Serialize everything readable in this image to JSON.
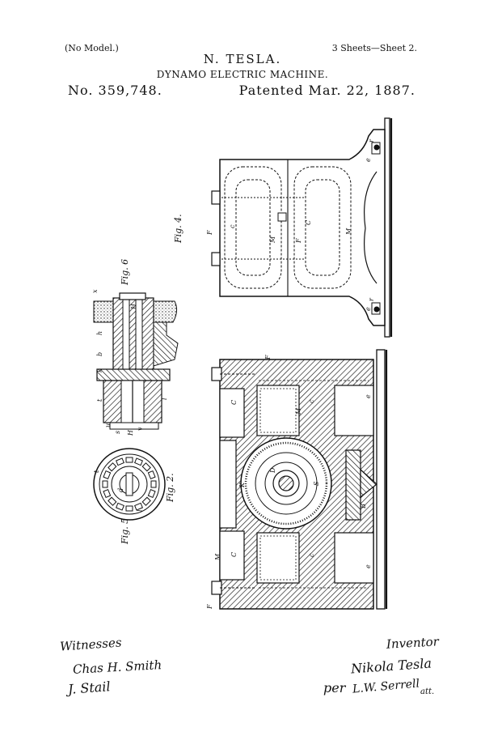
{
  "header": {
    "no_model": "(No Model.)",
    "sheets": "3 Sheets—Sheet 2.",
    "inventor_name": "N. TESLA.",
    "title": "DYNAMO ELECTRIC MACHINE.",
    "patent_number": "No. 359,748.",
    "patented_date": "Patented Mar. 22, 1887."
  },
  "figures": {
    "fig4": "Fig. 4.",
    "fig6": "Fig. 6",
    "fig2": "Fig. 2.",
    "fig5": "Fig. 5"
  },
  "reference_letters": {
    "F": "F",
    "M": "M",
    "C": "C",
    "c": "c",
    "e": "e",
    "e_prime": "e′",
    "r": "r",
    "H": "H",
    "h": "h",
    "b": "b",
    "k": "k",
    "l": "l",
    "u": "u",
    "s": "s",
    "v": "v",
    "t": "t",
    "x": "x",
    "d": "d",
    "K": "K",
    "D": "D",
    "S": "S",
    "B": "B"
  },
  "signatures": {
    "witnesses_label": "Witnesses",
    "witness_1": "Chas H. Smith",
    "witness_2": "J. Stail",
    "inventor_label": "Inventor",
    "inventor_signature": "Nikola Tesla",
    "by_mark": "per",
    "attorney_signature": "L.W. Serrell",
    "attorney_suffix": "att."
  }
}
